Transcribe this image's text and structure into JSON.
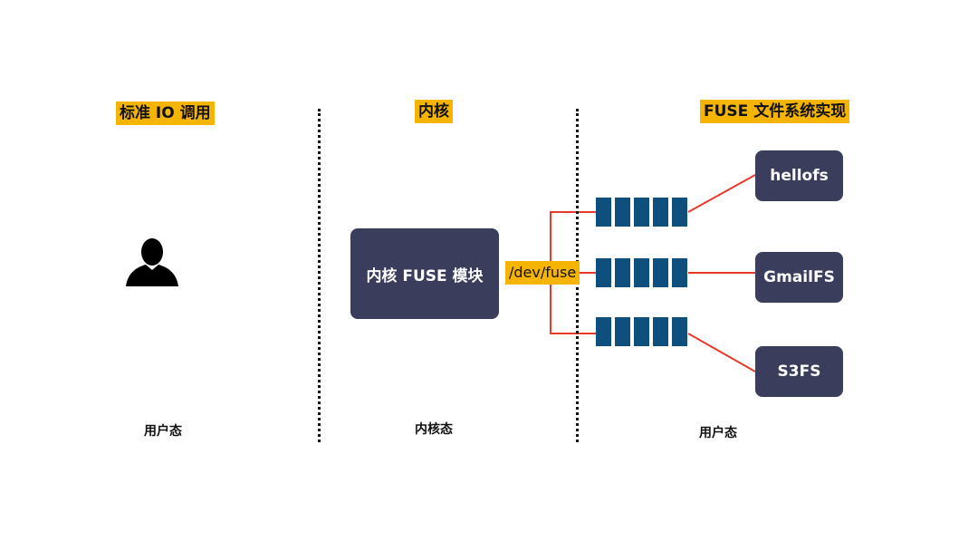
{
  "columns": {
    "left": {
      "header": "标准 IO 调用",
      "footer": "用户态"
    },
    "middle": {
      "header": "内核",
      "footer": "内核态"
    },
    "right": {
      "header": "FUSE 文件系统实现",
      "footer": "用户态"
    }
  },
  "kernel_module": {
    "label": "内核 FUSE 模块"
  },
  "device": {
    "label": "/dev/fuse"
  },
  "filesystems": [
    {
      "label": "hellofs"
    },
    {
      "label": "GmailFS"
    },
    {
      "label": "S3FS"
    }
  ],
  "colors": {
    "highlight": "#f5b400",
    "box": "#3a3d5c",
    "queue": "#0e4f7e",
    "connector": "#e8392b"
  },
  "icons": {
    "user": "person-silhouette-icon"
  }
}
